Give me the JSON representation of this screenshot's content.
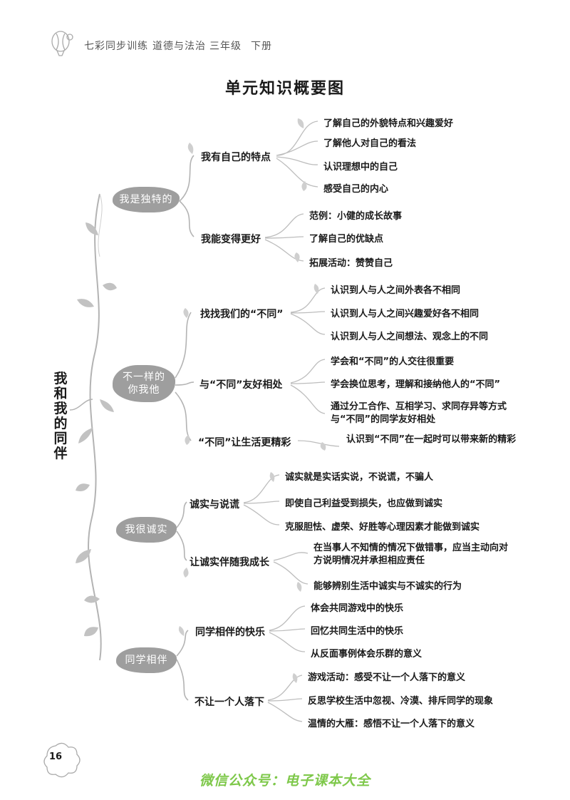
{
  "header": {
    "series": "七彩同步训练",
    "subject": "道德与法治",
    "grade": "三年级",
    "volume": "下册"
  },
  "title": "单元知识概要图",
  "root": "我和我的同伴",
  "units": [
    {
      "label": "我是独特的",
      "topics": [
        {
          "label": "我有自己的特点",
          "points": [
            "了解自己的外貌特点和兴趣爱好",
            "了解他人对自己的看法",
            "认识理想中的自己",
            "感受自己的内心"
          ]
        },
        {
          "label": "我能变得更好",
          "points": [
            "范例：小健的成长故事",
            "了解自己的优缺点",
            "拓展活动：赞赞自己"
          ]
        }
      ]
    },
    {
      "label": "不一样的你我他",
      "topics": [
        {
          "label": "找找我们的“不同”",
          "points": [
            "认识到人与人之间外表各不相同",
            "认识到人与人之间兴趣爱好各不相同",
            "认识到人与人之间想法、观念上的不同"
          ]
        },
        {
          "label": "与“不同”友好相处",
          "points": [
            "学会和“不同”的人交往很重要",
            "学会换位思考，理解和接纳他人的“不同”",
            "通过分工合作、互相学习、求同存异等方式与“不同”的同学友好相处"
          ]
        },
        {
          "label": "“不同”让生活更精彩",
          "points": [
            "认识到“不同”在一起时可以带来新的精彩"
          ]
        }
      ]
    },
    {
      "label": "我很诚实",
      "topics": [
        {
          "label": "诚实与说谎",
          "points": [
            "诚实就是实话实说，不说谎，不骗人",
            "即使自己利益受到损失，也应做到诚实",
            "克服胆怯、虚荣、好胜等心理因素才能做到诚实"
          ]
        },
        {
          "label": "让诚实伴随我成长",
          "points": [
            "在当事人不知情的情况下做错事，应当主动向对方说明情况并承担相应责任",
            "能够辨别生活中诚实与不诚实的行为"
          ]
        }
      ]
    },
    {
      "label": "同学相伴",
      "topics": [
        {
          "label": "同学相伴的快乐",
          "points": [
            "体会共同游戏中的快乐",
            "回忆共同生活中的快乐",
            "从反面事例体会乐群的意义"
          ]
        },
        {
          "label": "不让一个人落下",
          "points": [
            "游戏活动：感受不让一个人落下的意义",
            "反思学校生活中忽视、冷漠、排斥同学的现象",
            "温情的大雁：感悟不让一个人落下的意义"
          ]
        }
      ]
    }
  ],
  "page_number": "16",
  "footer": "微信公众号：电子课本大全",
  "colors": {
    "vine": "#b3b3b3",
    "unit_fill": "#9e9e9e",
    "footer_text": "#7ec84a"
  },
  "icons": {
    "header": "balloon-icon",
    "page": "flower-badge-icon"
  }
}
